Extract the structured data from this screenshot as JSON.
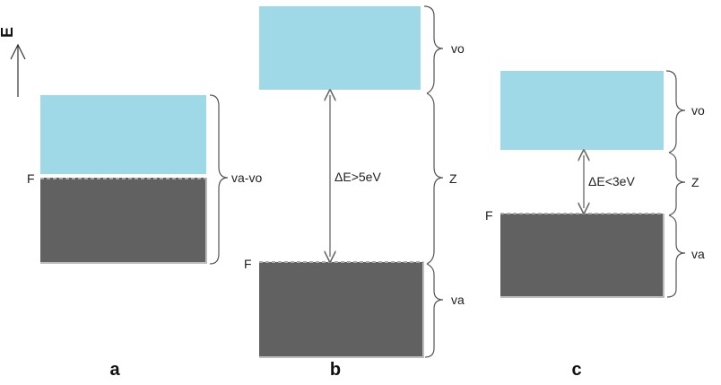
{
  "axis": {
    "label": "E"
  },
  "colors": {
    "conduction": "#9fd9e8",
    "valence": "#616161",
    "fermi_dash": "#a9a9a9",
    "brace": "#555555",
    "arrow": "#666666"
  },
  "panels": [
    {
      "id": "a",
      "label": "a",
      "fermi_label": "F",
      "brace_label": "va-vo"
    },
    {
      "id": "b",
      "label": "b",
      "fermi_label": "F",
      "top_brace_label": "vo",
      "mid_brace_label": "Z",
      "bottom_brace_label": "va",
      "gap_label": "ΔE>5eV"
    },
    {
      "id": "c",
      "label": "c",
      "fermi_label": "F",
      "top_brace_label": "vo",
      "mid_brace_label": "Z",
      "bottom_brace_label": "va",
      "gap_label": "ΔE<3eV"
    }
  ]
}
